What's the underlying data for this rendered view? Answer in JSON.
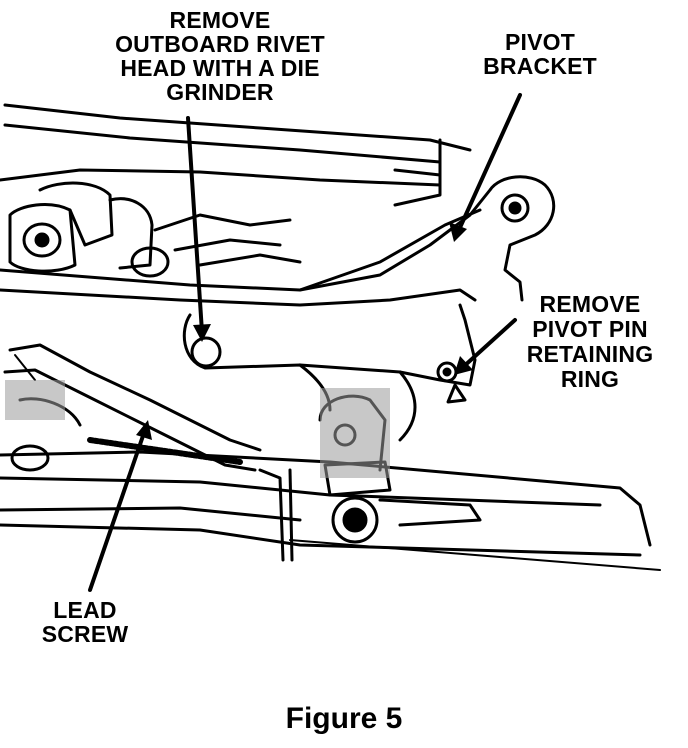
{
  "labels": {
    "remove_rivet": [
      "REMOVE",
      "OUTBOARD RIVET",
      "HEAD WITH A DIE",
      "GRINDER"
    ],
    "pivot_bracket": [
      "PIVOT",
      "BRACKET"
    ],
    "remove_pin": [
      "REMOVE",
      "PIVOT PIN",
      "RETAINING",
      "RING"
    ],
    "lead_screw": [
      "LEAD",
      "SCREW"
    ]
  },
  "caption": "Figure 5",
  "colors": {
    "ink": "#000000",
    "paper": "#ffffff",
    "shade": "#9a9a9a"
  }
}
